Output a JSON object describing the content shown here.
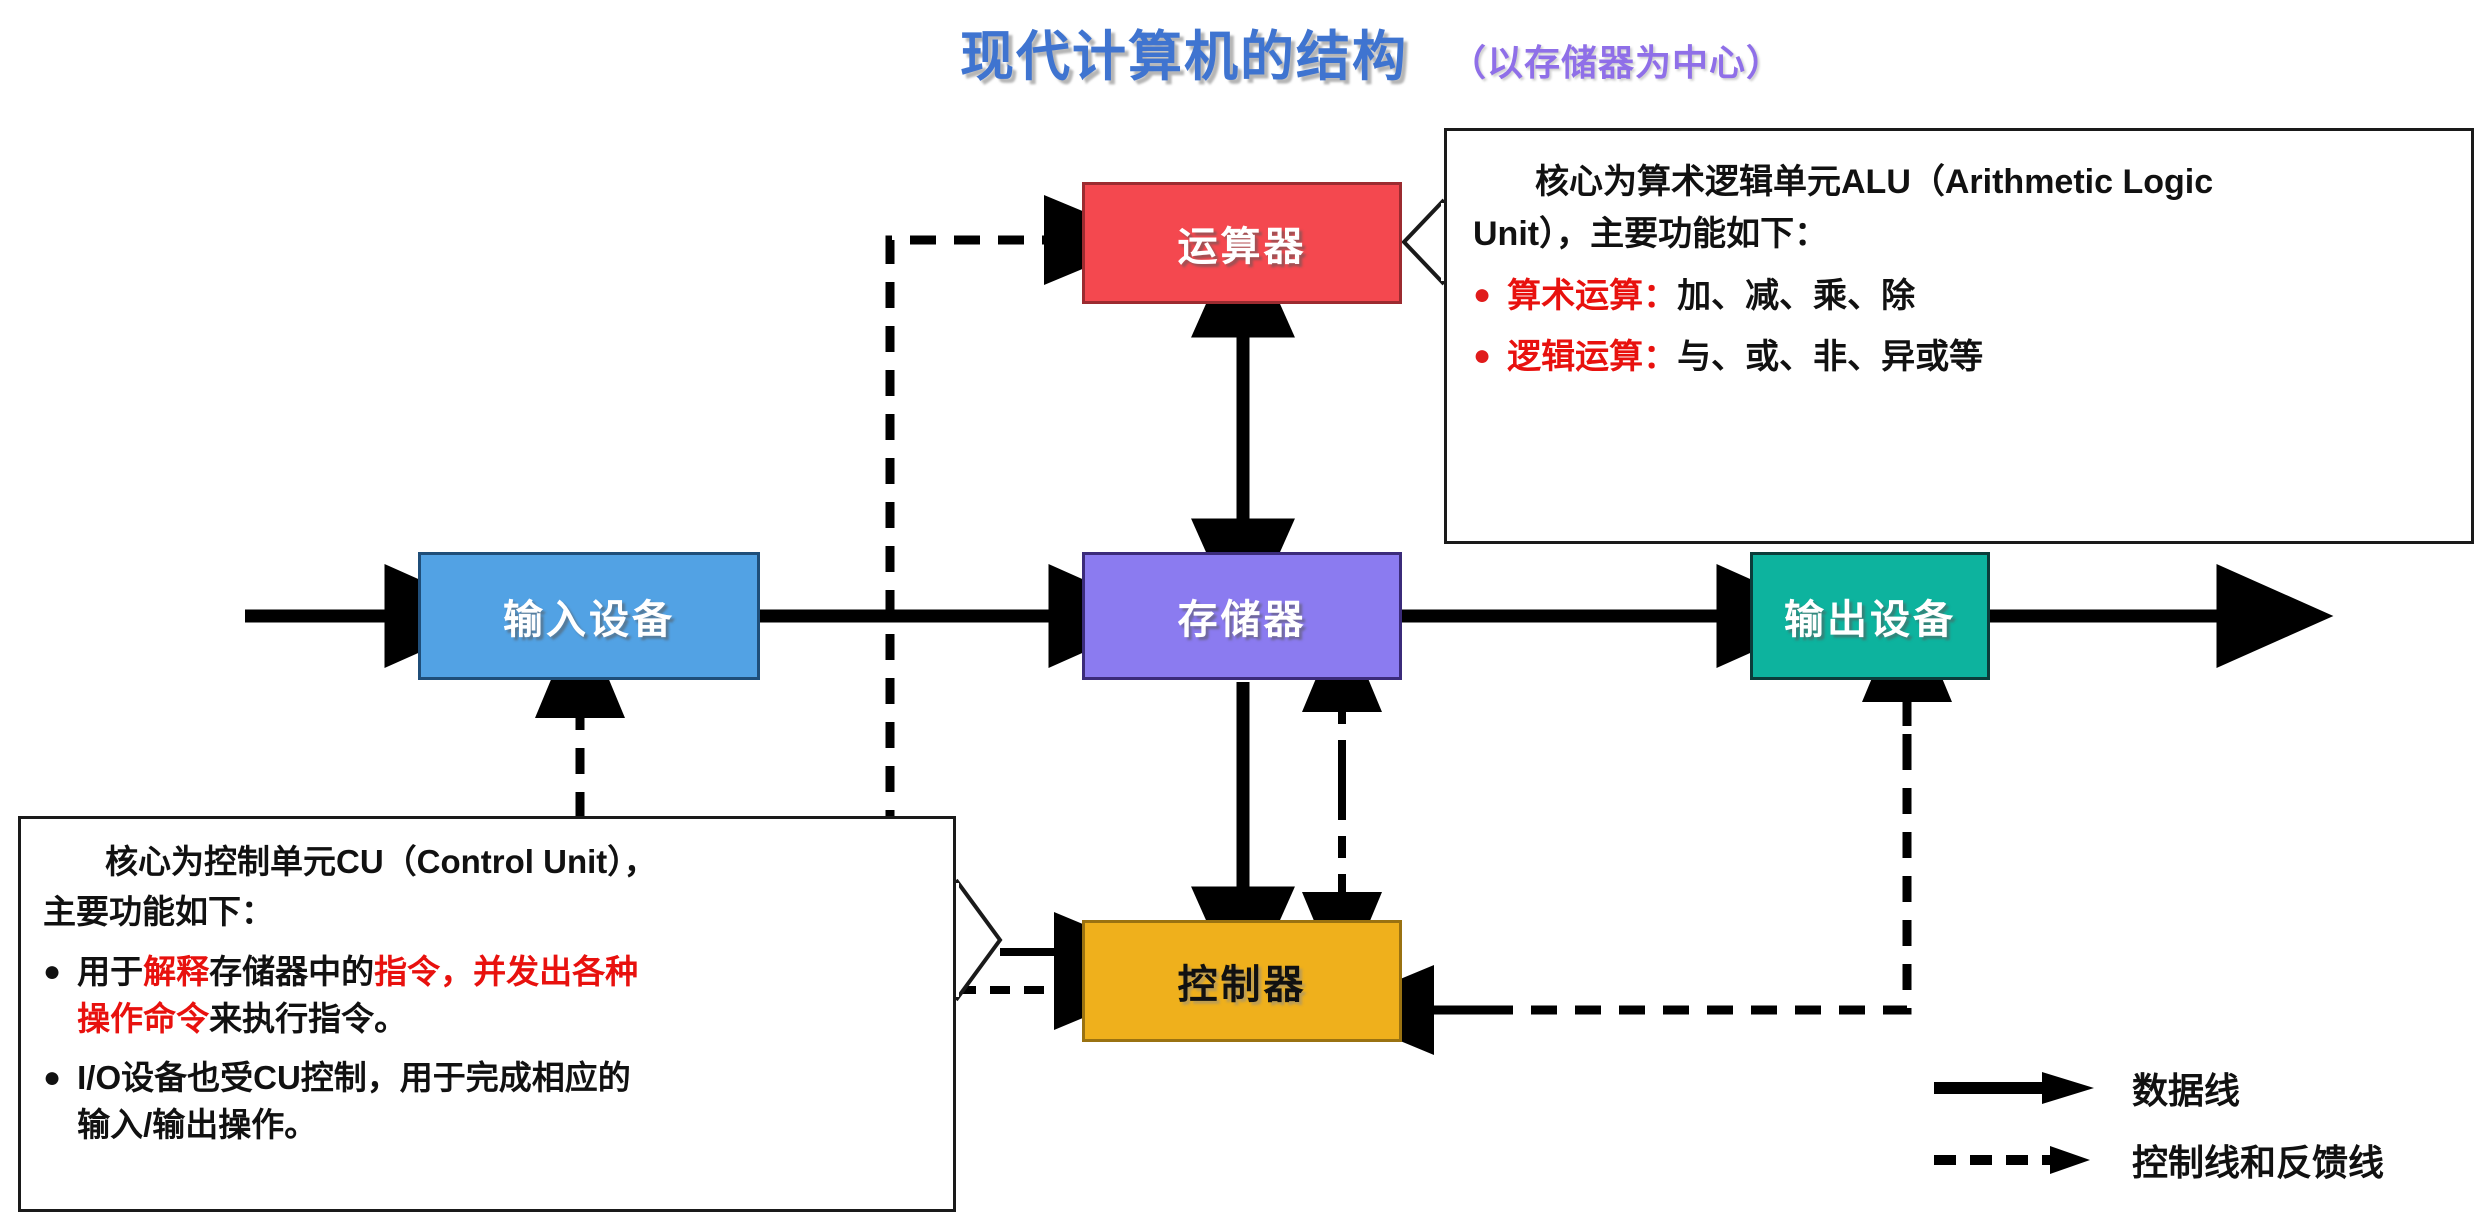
{
  "header": {
    "title": "现代计算机的结构",
    "subtitle": "（以存储器为中心）",
    "title_color": "#3f74d0",
    "subtitle_color": "#8f6fe8"
  },
  "nodes": {
    "alu": {
      "label": "运算器",
      "fill": "#f4484f",
      "border": "#9c2b30",
      "text_color": "#ffffff"
    },
    "input": {
      "label": "输入设备",
      "fill": "#52a2e4",
      "border": "#1f4e79",
      "text_color": "#ffffff"
    },
    "memory": {
      "label": "存储器",
      "fill": "#8b7bf0",
      "border": "#3b2b7a",
      "text_color": "#ffffff"
    },
    "output": {
      "label": "输出设备",
      "fill": "#0db39e",
      "border": "#0b3d3a",
      "text_color": "#ffffff"
    },
    "control": {
      "label": "控制器",
      "fill": "#efb01c",
      "border": "#9a7211",
      "text_color": "#111111"
    }
  },
  "alu_note": {
    "line1": "核心为算术逻辑单元ALU（Arithmetic Logic",
    "line2": "Unit），主要功能如下：",
    "bullets": [
      {
        "bullet": "●",
        "term": "算术运算",
        "sep": "：",
        "content": "加、减、乘、除"
      },
      {
        "bullet": "●",
        "term": "逻辑运算",
        "sep": "：",
        "content": "与、或、非、异或等"
      }
    ],
    "term_color": "#e8110e"
  },
  "cu_note": {
    "line1": "核心为控制单元CU（Control Unit），",
    "line2": "主要功能如下：",
    "bullets": [
      {
        "bullet": "●",
        "seg1": "用于",
        "seg2_red": "解释",
        "seg3": "存储器中的",
        "seg4_red": "指令，并发出各种",
        "seg5_red": "操作命令",
        "seg6": "来执行指令。"
      },
      {
        "bullet": "●",
        "seg1": "I/O设备也受CU控制，用于完成相应的",
        "seg2": "输入/输出操作。"
      }
    ],
    "highlight_color": "#e8110e"
  },
  "legend": {
    "items": [
      {
        "glyph": "solid-arrow-icon",
        "label": "数据线"
      },
      {
        "glyph": "dashed-arrow-icon",
        "label": "控制线和反馈线"
      }
    ]
  },
  "connectors": {
    "solid_color": "#000000",
    "dashed_color": "#000000",
    "descriptions": [
      "外部输入 → 输入设备 (数据线)",
      "输入设备 → 存储器 (数据线)",
      "存储器 ↔ 运算器 (数据线, 双向)",
      "存储器 → 输出设备 (数据线)",
      "输出设备 → 外部 (数据线)",
      "存储器 → 控制器 (数据线)",
      "存储器 ↔ 控制器 (控制线和反馈线, 双向)",
      "控制器 → 运算器 (控制线)",
      "控制器 → 输入设备 (控制线)",
      "输出设备 → 控制器 (反馈线)",
      "控制单元说明 → 控制器 (数据线与控制线)"
    ]
  }
}
